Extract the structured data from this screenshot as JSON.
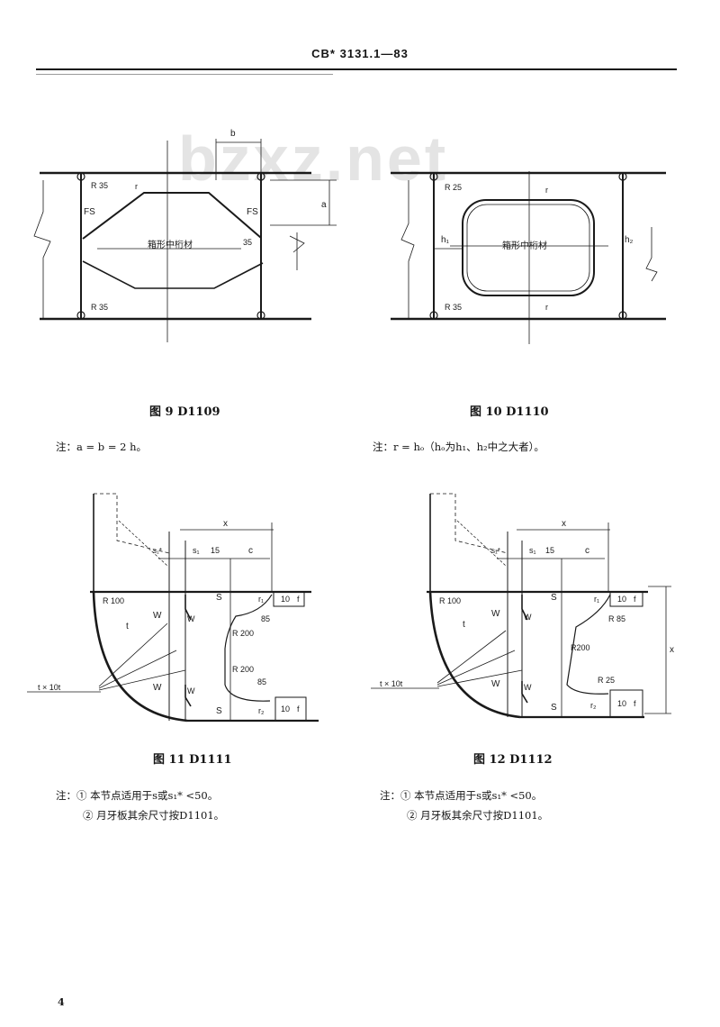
{
  "header": {
    "standard_code": "CB* 3131.1—83"
  },
  "watermark": "bzxz.net",
  "figures": {
    "fig9": {
      "caption": "图 9  D1109",
      "note": "注：a = b = 2 h。",
      "labels": {
        "b": "b",
        "a": "a",
        "r_top": "R 35",
        "r_bottom": "R 35",
        "fs_left": "FS",
        "fs_right": "FS",
        "dim35": "35",
        "center": "箱形中桁材",
        "r": "r"
      }
    },
    "fig10": {
      "caption": "图 10  D1110",
      "note": "注：r = hₒ（hₒ为h₁、h₂中之大者）。",
      "labels": {
        "r_top": "R 25",
        "r_bottom": "R 35",
        "h1": "h₁",
        "h2": "h₂",
        "r1": "r",
        "r2": "r",
        "center": "箱形中桁材"
      }
    },
    "fig11": {
      "caption": "图 11  D1111",
      "notes": [
        "注：① 本节点适用于s或s₁* <50。",
        "② 月牙板其余尺寸按D1101。"
      ],
      "labels": {
        "x": "x",
        "s1": "s₁",
        "s1_star": "s₁*",
        "dim15": "15",
        "c": "c",
        "r100": "R 100",
        "r200a": "R 200",
        "r200b": "R 200",
        "dim85a": "85",
        "dim85b": "85",
        "t": "t",
        "w1": "W",
        "w2": "W",
        "w3": "W",
        "w4": "W",
        "s_top": "S",
        "s_bot": "S",
        "r1": "r₁",
        "r2": "r₂",
        "dim10a": "10",
        "dim10b": "10",
        "f1": "f",
        "f2": "f",
        "thickness": "t × 10t"
      }
    },
    "fig12": {
      "caption": "图 12  D1112",
      "notes": [
        "注：① 本节点适用于s或s₁* <50。",
        "② 月牙板其余尺寸按D1101。"
      ],
      "labels": {
        "x": "x",
        "s1": "s₁",
        "s1_star": "s₁*",
        "dim15": "15",
        "c": "c",
        "r100": "R 100",
        "r200": "R200",
        "r85": "R 85",
        "r25": "R 25",
        "t": "t",
        "w1": "W",
        "w2": "W",
        "w3": "W",
        "w4": "W",
        "s_top": "S",
        "s_bot": "S",
        "r1": "r₁",
        "r2": "r₂",
        "dim10a": "10",
        "dim10b": "10",
        "f1": "f",
        "f2": "f",
        "x_right": "x",
        "thickness": "t × 10t"
      }
    }
  },
  "page_number": "4"
}
